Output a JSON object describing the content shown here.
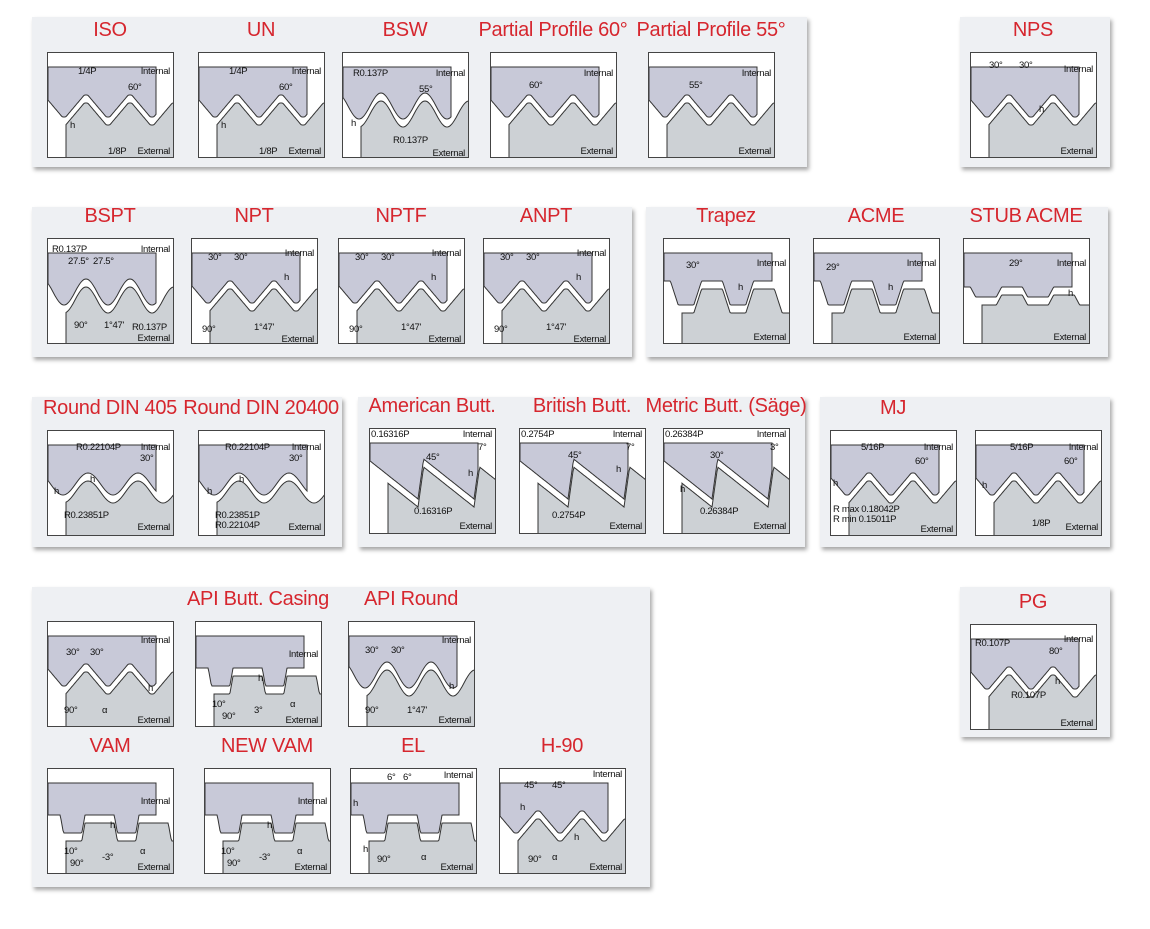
{
  "colors": {
    "title": "#d6262e",
    "internal": "#c8c9d8",
    "external": "#cdd1d5",
    "panel": "#eef0f3"
  },
  "diagrams": [
    {
      "title": "ISO",
      "profile": "triangle",
      "labels": [
        "1/4P",
        "Internal",
        "60°",
        "h",
        "1/8P",
        "External"
      ]
    },
    {
      "title": "UN",
      "profile": "triangle",
      "labels": [
        "1/4P",
        "Internal",
        "60°",
        "h",
        "1/8P",
        "External"
      ]
    },
    {
      "title": "BSW",
      "profile": "rounded",
      "labels": [
        "R0.137P",
        "Internal",
        "55°",
        "h",
        "R0.137P",
        "External"
      ]
    },
    {
      "title": "Partial Profile 60°",
      "profile": "triangle",
      "labels": [
        "Internal",
        "60°",
        "External"
      ]
    },
    {
      "title": "Partial Profile 55°",
      "profile": "triangle",
      "labels": [
        "Internal",
        "55°",
        "External"
      ]
    },
    {
      "title": "NPS",
      "profile": "triangle",
      "labels": [
        "30°",
        "30°",
        "Internal",
        "h",
        "External"
      ]
    },
    {
      "title": "BSPT",
      "profile": "rounded",
      "labels": [
        "R0.137P",
        "Internal",
        "27.5°",
        "27.5°",
        "90°",
        "1°47'",
        "R0.137P",
        "External"
      ]
    },
    {
      "title": "NPT",
      "profile": "triangle",
      "labels": [
        "30°",
        "30°",
        "Internal",
        "h",
        "90°",
        "1°47'",
        "External"
      ]
    },
    {
      "title": "NPTF",
      "profile": "triangle",
      "labels": [
        "30°",
        "30°",
        "Internal",
        "h",
        "90°",
        "1°47'",
        "External"
      ]
    },
    {
      "title": "ANPT",
      "profile": "triangle",
      "labels": [
        "30°",
        "30°",
        "Internal",
        "h",
        "90°",
        "1°47'",
        "External"
      ]
    },
    {
      "title": "Trapez",
      "profile": "trapezoid",
      "labels": [
        "30°",
        "Internal",
        "h",
        "External"
      ]
    },
    {
      "title": "ACME",
      "profile": "trapezoid",
      "labels": [
        "29°",
        "Internal",
        "h",
        "External"
      ]
    },
    {
      "title": "STUB ACME",
      "profile": "shallow-trapezoid",
      "labels": [
        "29°",
        "Internal",
        "h",
        "External"
      ]
    },
    {
      "title": "Round DIN 405",
      "profile": "round",
      "labels": [
        "R0.22104P",
        "Internal",
        "30°",
        "h",
        "h",
        "R0.23851P",
        "External"
      ]
    },
    {
      "title": "Round DIN 20400",
      "profile": "round",
      "labels": [
        "R0.22104P",
        "Internal",
        "30°",
        "h",
        "h",
        "R0.23851P",
        "R0.22104P",
        "External"
      ]
    },
    {
      "title": "American Butt.",
      "profile": "buttress",
      "labels": [
        "0.16316P",
        "Internal",
        "45°",
        "7°",
        "h",
        "0.16316P",
        "External"
      ]
    },
    {
      "title": "British Butt.",
      "profile": "buttress",
      "labels": [
        "0.2754P",
        "Internal",
        "45°",
        "7°",
        "h",
        "0.2754P",
        "External"
      ]
    },
    {
      "title": "Metric Butt. (Säge)",
      "profile": "buttress",
      "labels": [
        "0.26384P",
        "Internal",
        "30°",
        "3°",
        "h",
        "0.26384P",
        "External"
      ]
    },
    {
      "title": "MJ",
      "profile": "triangle",
      "labels": [
        "5/16P",
        "Internal",
        "60°",
        "h",
        "R max 0.18042P",
        "R min 0.15011P",
        "External"
      ]
    },
    {
      "title": "",
      "profile": "triangle",
      "labels": [
        "5/16P",
        "Internal",
        "60°",
        "h",
        "1/8P",
        "External"
      ]
    },
    {
      "title": "",
      "profile": "triangle",
      "labels": [
        "Internal",
        "30°",
        "30°",
        "h",
        "90°",
        "α",
        "External"
      ]
    },
    {
      "title": "API Butt. Casing",
      "profile": "square",
      "labels": [
        "Internal",
        "h",
        "10°",
        "90°",
        "3°",
        "α",
        "External"
      ]
    },
    {
      "title": "API Round",
      "profile": "rounded",
      "labels": [
        "30°",
        "30°",
        "Internal",
        "h",
        "90°",
        "1°47'",
        "External"
      ]
    },
    {
      "title": "VAM",
      "profile": "square",
      "labels": [
        "Internal",
        "h",
        "10°",
        "90°",
        "-3°",
        "α",
        "External"
      ]
    },
    {
      "title": "NEW VAM",
      "profile": "square",
      "labels": [
        "Internal",
        "h",
        "10°",
        "90°",
        "-3°",
        "α",
        "External"
      ]
    },
    {
      "title": "EL",
      "profile": "square",
      "labels": [
        "6°",
        "6°",
        "Internal",
        "h",
        "h",
        "90°",
        "α",
        "External"
      ]
    },
    {
      "title": "H-90",
      "profile": "triangle",
      "labels": [
        "45°",
        "45°",
        "Internal",
        "h",
        "h",
        "90°",
        "α",
        "External"
      ]
    },
    {
      "title": "PG",
      "profile": "triangle",
      "labels": [
        "R0.107P",
        "Internal",
        "80°",
        "h",
        "R0.107P",
        "External"
      ]
    }
  ]
}
